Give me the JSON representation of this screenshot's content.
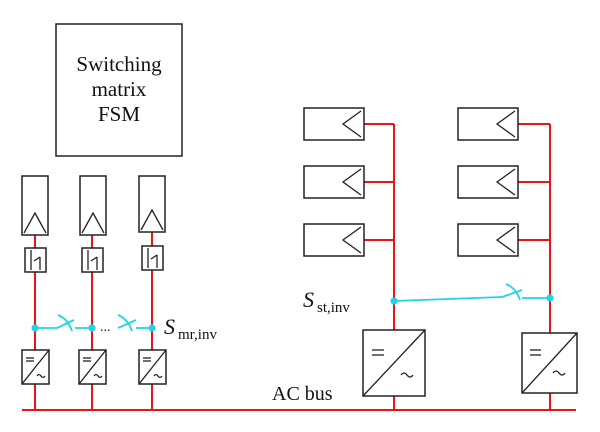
{
  "switching_matrix": {
    "line1": "Switching",
    "line2": "matrix",
    "line3": "FSM"
  },
  "labels": {
    "s_mr_main": "S",
    "s_mr_sub": "mr,inv",
    "s_st_main": "S",
    "s_st_sub": "st,inv",
    "ac_bus": "AC bus",
    "dots": "..."
  },
  "colors": {
    "bus": "#e8141a",
    "control": "#22d3e6",
    "outline": "#222222"
  }
}
